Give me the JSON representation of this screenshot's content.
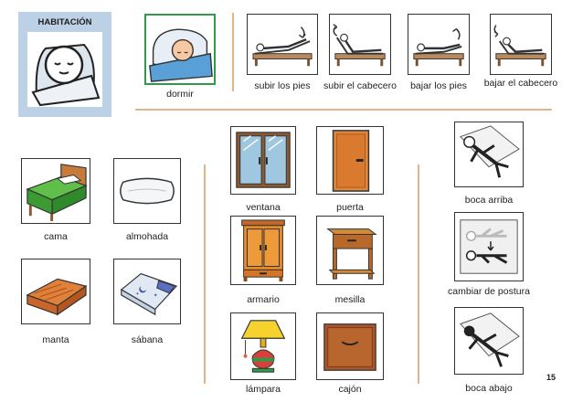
{
  "page": {
    "section_title": "HABITACIÓN",
    "page_number": "15"
  },
  "top_row": [
    {
      "id": "dormir",
      "label": "dormir"
    },
    {
      "id": "subir-pies",
      "label": "subir los pies"
    },
    {
      "id": "subir-cabecero",
      "label": "subir el cabecero"
    },
    {
      "id": "bajar-pies",
      "label": "bajar los pies"
    },
    {
      "id": "bajar-cabecero",
      "label": "bajar el cabecero"
    }
  ],
  "left_items": [
    {
      "id": "cama",
      "label": "cama"
    },
    {
      "id": "almohada",
      "label": "almohada"
    },
    {
      "id": "manta",
      "label": "manta"
    },
    {
      "id": "sabana",
      "label": "sábana"
    }
  ],
  "middle_items": [
    {
      "id": "ventana",
      "label": "ventana"
    },
    {
      "id": "puerta",
      "label": "puerta"
    },
    {
      "id": "armario",
      "label": "armario"
    },
    {
      "id": "mesilla",
      "label": "mesilla"
    },
    {
      "id": "lampara",
      "label": "lámpara"
    },
    {
      "id": "cajon",
      "label": "cajón"
    }
  ],
  "right_items": [
    {
      "id": "boca-arriba",
      "label": "boca arriba"
    },
    {
      "id": "cambiar-postura",
      "label": "cambiar de postura"
    },
    {
      "id": "boca-abajo",
      "label": "boca abajo"
    }
  ],
  "colors": {
    "panel_blue": "#bcd0e6",
    "highlight_green": "#2e9b48",
    "divider_tan": "#e2b48a"
  }
}
